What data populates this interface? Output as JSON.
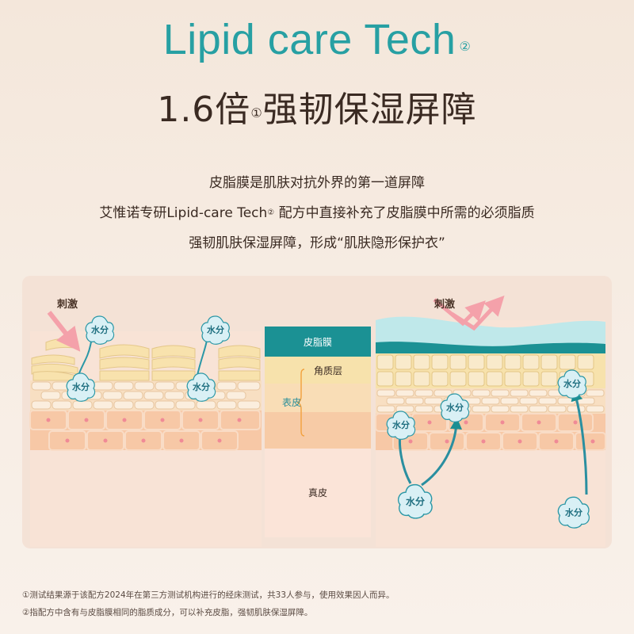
{
  "title_en": "Lipid care Tech",
  "title_en_mark": "②",
  "title_cn_number": "1.6倍",
  "title_cn_mark": "①",
  "title_cn_text": "强韧保湿屏障",
  "description": {
    "line1": "皮脂膜是肌肤对抗外界的第一道屏障",
    "line2_before": "艾惟诺专研Lipid-care Tech",
    "line2_mark": "②",
    "line2_after": " 配方中直接补充了皮脂膜中所需的必须脂质",
    "line3": "强韧肌肤保湿屏障，形成“肌肤隐形保护衣”"
  },
  "diagram": {
    "stimulus_label": "刺激",
    "water_label": "水分",
    "layers": {
      "sebum": "皮脂膜",
      "stratum_corneum": "角质层",
      "epidermis": "表皮",
      "dermis": "真皮"
    }
  },
  "footnotes": [
    "①测试结果源于该配方2024年在第三方测试机构进行的经床测试，共33人参与，使用效果因人而异。",
    "②指配方中含有与皮脂膜相同的脂质成分，可以补充皮脂，强韧肌肤保湿屏障。"
  ],
  "colors": {
    "teal": "#27a0a3",
    "dark_text": "#3a2a22",
    "sebum_teal": "#1b9194",
    "corneum_yellow": "#f7e2ac",
    "epidermis_orange": "#f7cba6",
    "dermis_pink": "#fbe4d8",
    "arrow_pink": "#f4a1aa"
  }
}
